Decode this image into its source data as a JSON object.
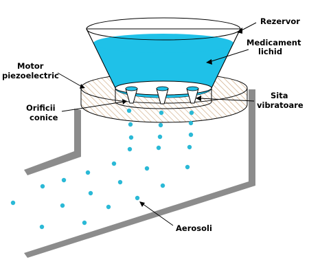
{
  "labels": {
    "reservoir": "Rezervor",
    "medication_line1": "Medicament",
    "medication_line2": "lichid",
    "motor_line1": "Motor",
    "motor_line2": "piezoelectric",
    "mesh_line1": "Sita",
    "mesh_line2": "vibratoare",
    "orifices_line1": "Orificii",
    "orifices_line2": "conice",
    "aerosol": "Aerosoli"
  },
  "colors": {
    "liquid": "#1fc1e8",
    "droplet": "#2ab9d6",
    "ring_hatch": "#c9a074",
    "wall": "#8c8c8c",
    "outline": "#000000"
  }
}
